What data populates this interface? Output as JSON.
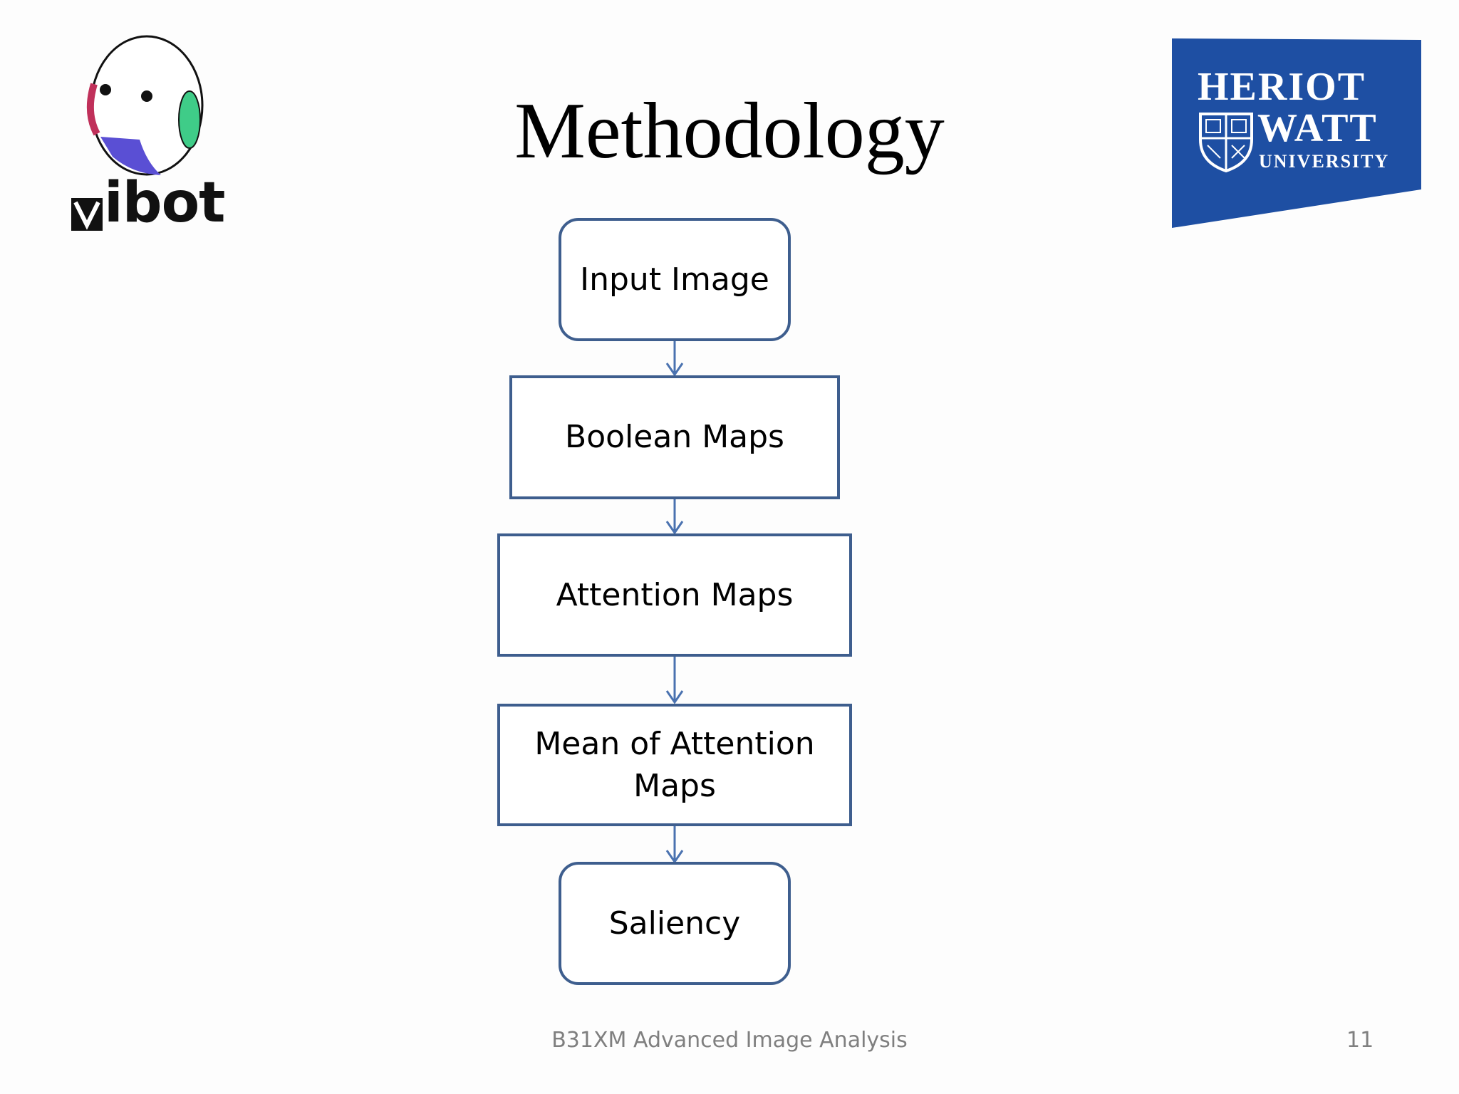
{
  "slide": {
    "title": "Methodology",
    "logo_left_text": "ibot",
    "logo_right_lines": [
      "HERIOT",
      "WATT",
      "UNIVERSITY"
    ],
    "footer_course": "B31XM Advanced Image Analysis",
    "page_number": "11"
  },
  "flowchart": {
    "steps": [
      {
        "label": "Input Image",
        "shape": "rounded-rectangle"
      },
      {
        "label": "Boolean Maps",
        "shape": "rectangle"
      },
      {
        "label": "Attention Maps",
        "shape": "rectangle"
      },
      {
        "label": "Mean of Attention Maps",
        "shape": "rectangle"
      },
      {
        "label": "Saliency",
        "shape": "rounded-rectangle"
      }
    ],
    "edges": [
      {
        "from": "Input Image",
        "to": "Boolean Maps"
      },
      {
        "from": "Boolean Maps",
        "to": "Attention Maps"
      },
      {
        "from": "Attention Maps",
        "to": "Mean of Attention Maps"
      },
      {
        "from": "Mean of Attention Maps",
        "to": "Saliency"
      }
    ]
  },
  "colors": {
    "box_border": "#3e5e8e",
    "arrow": "#4a72b0",
    "heriot_watt_blue": "#1e4fa3",
    "footer_text": "#7f7f7f"
  }
}
